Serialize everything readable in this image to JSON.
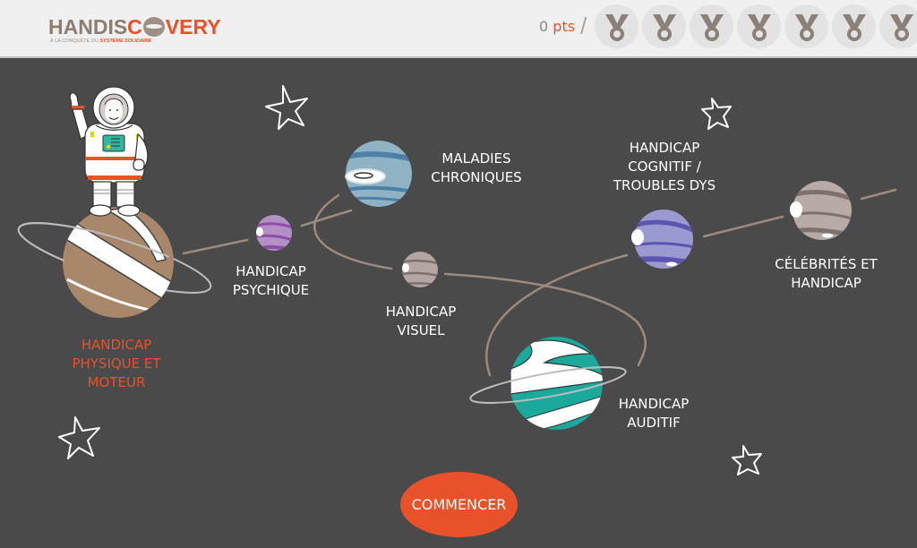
{
  "header": {
    "logo": {
      "title_part1": "HANDIS",
      "title_part2": "C",
      "title_part3": "VERY",
      "tagline_part1": "À LA CONQUÊTE DU ",
      "tagline_part2": "SYSTÈME SOLIDAIRE"
    },
    "score": {
      "value": "0",
      "unit": "pts",
      "separator": "/"
    },
    "medals": [
      {
        "icon": "medal-icon",
        "earned": false
      },
      {
        "icon": "medal-icon",
        "earned": false
      },
      {
        "icon": "medal-icon",
        "earned": false
      },
      {
        "icon": "medal-icon",
        "earned": false
      },
      {
        "icon": "medal-icon",
        "earned": false
      },
      {
        "icon": "medal-icon",
        "earned": false
      },
      {
        "icon": "medal-icon",
        "earned": false
      }
    ]
  },
  "planets": [
    {
      "id": "physique",
      "label": "HANDICAP\nPHYSIQUE ET\nMOTEUR",
      "active": true,
      "color": "#a8876a"
    },
    {
      "id": "psychique",
      "label": "HANDICAP\nPSYCHIQUE",
      "active": false,
      "color": "#b48fc4"
    },
    {
      "id": "maladies",
      "label": "MALADIES\nCHRONIQUES",
      "active": false,
      "color": "#8fb3c4"
    },
    {
      "id": "visuel",
      "label": "HANDICAP\nVISUEL",
      "active": false,
      "color": "#b3a6a3"
    },
    {
      "id": "auditif",
      "label": "HANDICAP\nAUDITIF",
      "active": false,
      "color": "#1aa99a"
    },
    {
      "id": "cognitif",
      "label": "HANDICAP\nCOGNITIF /\nTROUBLES DYS",
      "active": false,
      "color": "#9a9ad0"
    },
    {
      "id": "celebrites",
      "label": "CÉLÉBRITÉS ET\nHANDICAP",
      "active": false,
      "color": "#b8aba6"
    }
  ],
  "start_button": {
    "label": "COMMENCER"
  },
  "colors": {
    "accent": "#e8512a",
    "background": "#4a4a4a",
    "header_bg": "#f0f0f0",
    "path": "#9c8a7c"
  }
}
